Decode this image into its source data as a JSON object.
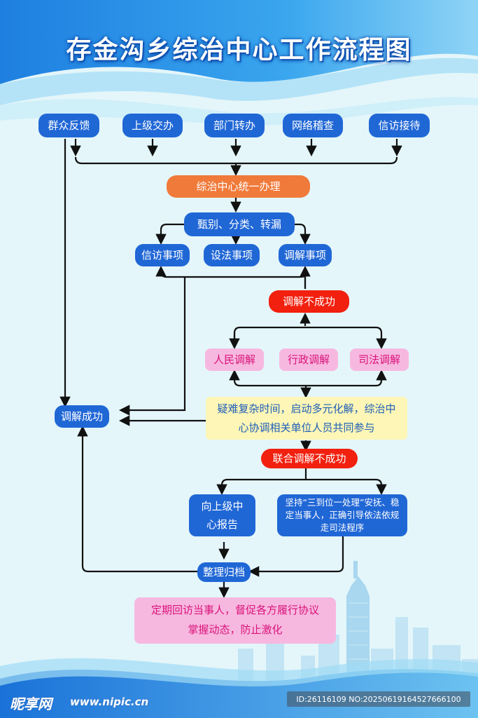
{
  "title": "存金沟乡综治中心工作流程图",
  "sources": [
    "群众反馈",
    "上级交办",
    "部门转办",
    "网络稽查",
    "信访接待"
  ],
  "center": "综治中心统一办理",
  "screening": "甄别、分类、转漏",
  "categories": [
    "信访事项",
    "设法事项",
    "调解事项"
  ],
  "mediation_fail": "调解不成功",
  "mediation_types": [
    "人民调解",
    "行政调解",
    "司法调解"
  ],
  "success": "调解成功",
  "complex": "疑难复杂时间，启动多元化解，综治中心协调相关单位人员共同参与",
  "joint_fail": "联合调解不成功",
  "report": "向上级中心报告",
  "persist": "坚持“三到位一处理”安抚、稳定当事人，正确引导依法依规走司法程序",
  "archive": "整理归档",
  "followup_line1": "定期回访当事人，督促各方履行协议",
  "followup_line2": "掌握动态，防止激化",
  "watermark": {
    "logo": "昵享网",
    "url": "www.nipic.cn",
    "id": "ID:26116109 NO:20250619164527666100"
  }
}
